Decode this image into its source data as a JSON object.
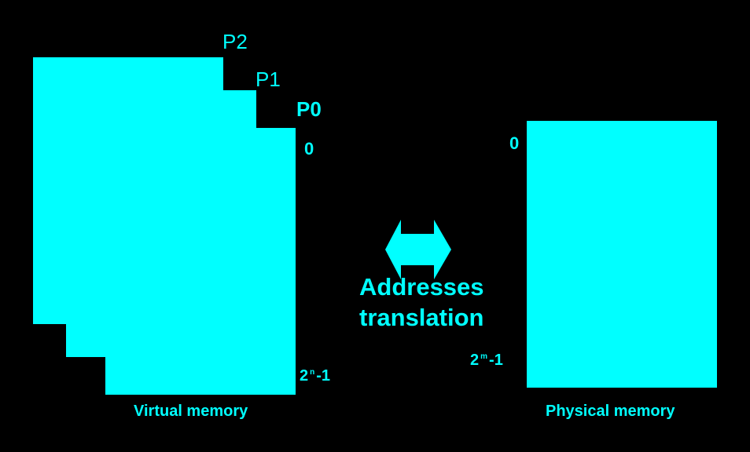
{
  "colors": {
    "background": "#000000",
    "accent": "#00ffff"
  },
  "virtual": {
    "processes": [
      "P2",
      "P1",
      "P0"
    ],
    "start": "0",
    "end_base": "2",
    "end_exp": "n",
    "end_suffix": "-1",
    "caption": "Virtual memory"
  },
  "center": {
    "line1": "Addresses",
    "line2": "translation",
    "icon": "double-arrow-icon"
  },
  "physical": {
    "start": "0",
    "end_base": "2",
    "end_exp": "m",
    "end_suffix": "-1",
    "caption": "Physical memory"
  }
}
